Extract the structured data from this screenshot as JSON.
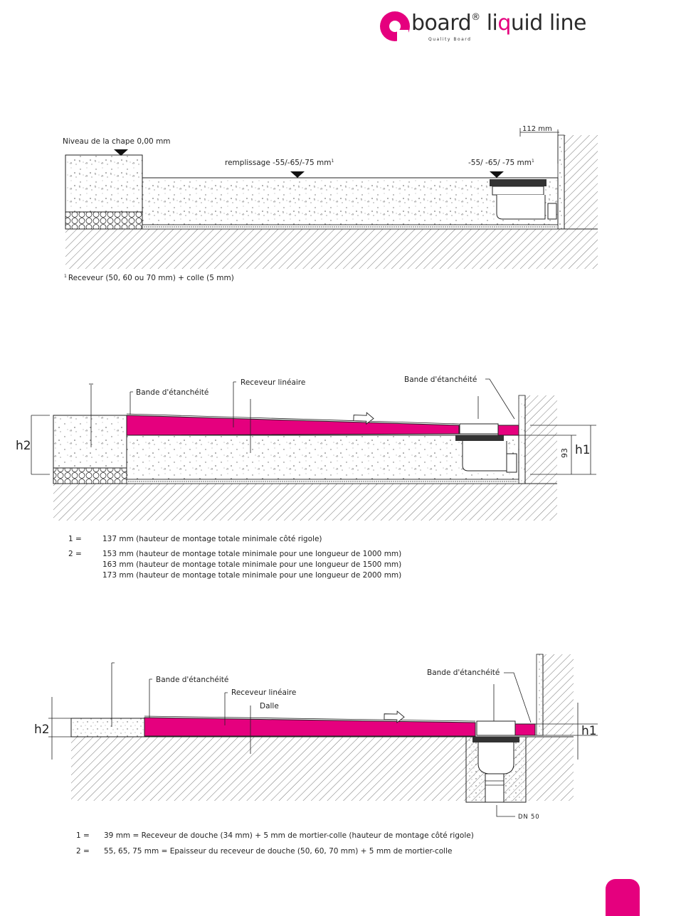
{
  "brand": {
    "logo_q": "Q",
    "logo_board": "board",
    "logo_reg": "®",
    "logo_li": "li",
    "logo_q2": "q",
    "logo_rest": "uid line",
    "tagline": "Quality Board"
  },
  "colors": {
    "accent": "#e5007e",
    "line": "#222222",
    "hatch": "#555555"
  },
  "diagram1": {
    "label_level": "Niveau de la chape 0,00 mm",
    "label_fill": "remplissage -55/-65/-75 mm",
    "label_fill_sup": "1",
    "label_drain": "-55/ -65/ -75 mm",
    "label_drain_sup": "1",
    "label_wall": "112 mm",
    "footnote_sup": "1",
    "footnote": "Receveur (50, 60 ou 70 mm) + colle (5 mm)"
  },
  "diagram2": {
    "label_band_left": "Bande d'étanchéité",
    "label_receiver": "Receveur linéaire",
    "label_band_right": "Bande d'étanchéité",
    "h2": "h2",
    "h1": "h1",
    "dim_93": "93",
    "notes": [
      {
        "key": "1 =",
        "text": "137 mm (hauteur de montage totale minimale côté rigole)"
      },
      {
        "key": "2 =",
        "text": "153 mm (hauteur de montage totale minimale pour une longueur de 1000 mm)"
      },
      {
        "key": "",
        "text": "163 mm (hauteur de montage totale minimale pour une longueur de 1500 mm)"
      },
      {
        "key": "",
        "text": "173 mm (hauteur de montage totale minimale pour une longueur de 2000 mm)"
      }
    ]
  },
  "diagram3": {
    "label_band_left": "Bande d'étanchéité",
    "label_receiver": "Receveur linéaire",
    "label_slab": "Dalle",
    "label_band_right": "Bande d'étanchéité",
    "h2": "h2",
    "h1": "h1",
    "label_dn": "DN 50",
    "notes": [
      {
        "key": "1 =",
        "text": "39 mm = Receveur de douche (34 mm) + 5 mm de mortier-colle (hauteur de montage côté rigole)"
      },
      {
        "key": "2 =",
        "text": "55, 65, 75 mm = Epaisseur  du receveur de douche (50, 60, 70 mm) + 5 mm de mortier-colle"
      }
    ]
  }
}
